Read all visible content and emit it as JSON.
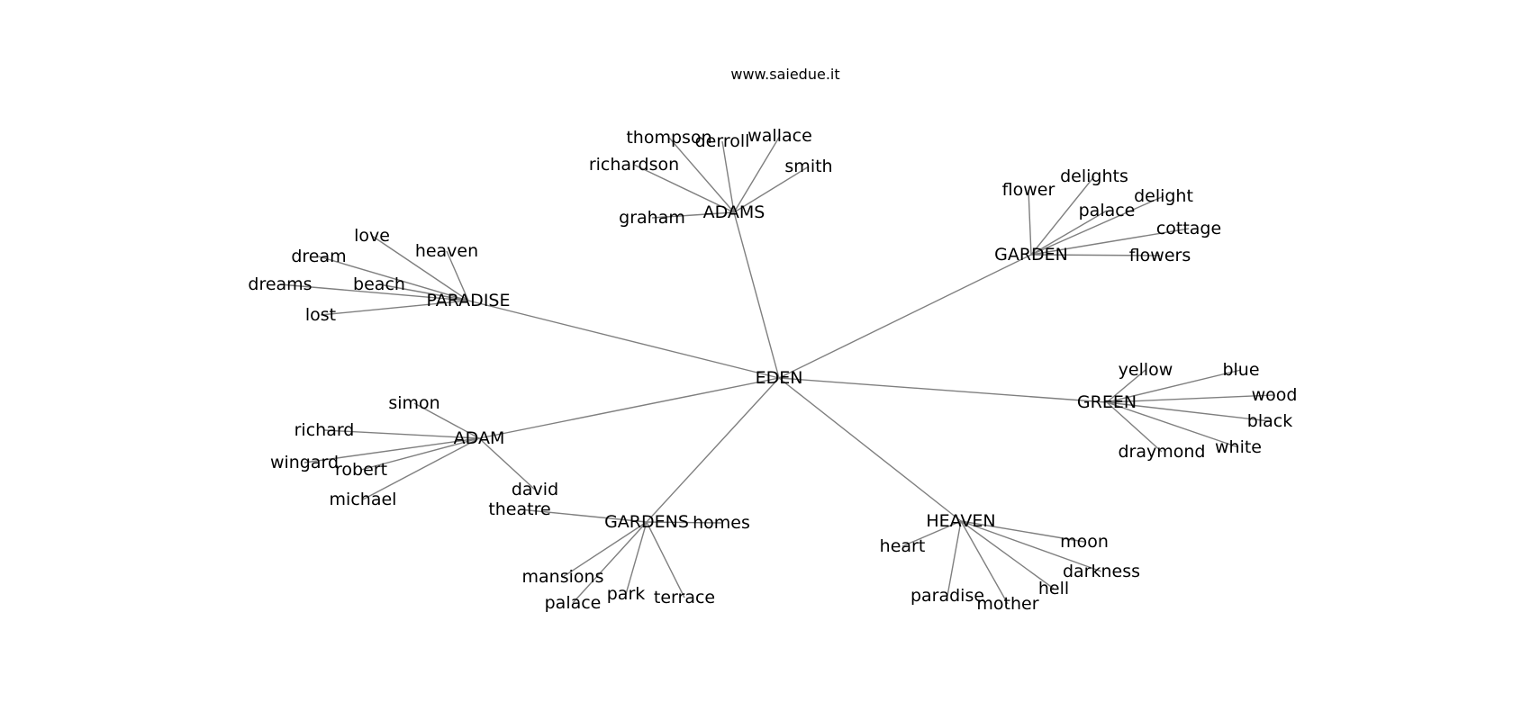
{
  "title": "www.saiedue.it",
  "center": "EDEN",
  "hubs": [
    {
      "id": "adams",
      "label": "ADAMS",
      "leaves": [
        "thompson",
        "derroll",
        "wallace",
        "richardson",
        "smith",
        "graham"
      ]
    },
    {
      "id": "garden",
      "label": "GARDEN",
      "leaves": [
        "flower",
        "delights",
        "delight",
        "palace",
        "cottage",
        "flowers"
      ]
    },
    {
      "id": "paradise",
      "label": "PARADISE",
      "leaves": [
        "love",
        "heaven",
        "dream",
        "beach",
        "dreams",
        "lost"
      ]
    },
    {
      "id": "green",
      "label": "GREEN",
      "leaves": [
        "yellow",
        "blue",
        "wood",
        "black",
        "white",
        "draymond"
      ]
    },
    {
      "id": "adam",
      "label": "ADAM",
      "leaves": [
        "simon",
        "richard",
        "wingard",
        "robert",
        "michael",
        "david"
      ]
    },
    {
      "id": "gardens",
      "label": "GARDENS",
      "leaves": [
        "theatre",
        "homes",
        "mansions",
        "palace",
        "park",
        "terrace"
      ]
    },
    {
      "id": "heaven",
      "label": "HEAVEN",
      "leaves": [
        "heart",
        "moon",
        "darkness",
        "hell",
        "mother",
        "paradise"
      ]
    }
  ],
  "colors": {
    "edge": "#7f7f7f",
    "text": "#000000",
    "background": "#ffffff"
  }
}
